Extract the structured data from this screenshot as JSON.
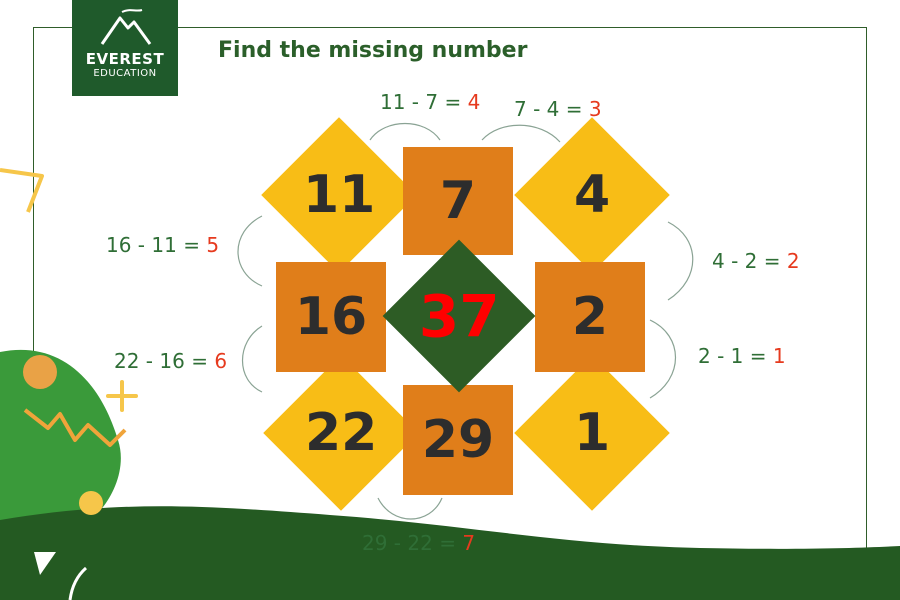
{
  "colors": {
    "dark_green": "#2d5c25",
    "orange": "#e07e1a",
    "yellow": "#f8bd16",
    "answer_red": "#e63a1e",
    "center_text": "#ff0000"
  },
  "logo": {
    "name": "EVEREST",
    "subtitle": "EDUCATION"
  },
  "title": "Find the missing number",
  "tiles": {
    "top_left": "11",
    "top": "7",
    "top_right": "4",
    "left": "16",
    "center": "37",
    "right": "2",
    "bottom_left": "22",
    "bottom": "29",
    "bottom_right": "1"
  },
  "equations": [
    {
      "expr": "11 - 7 = ",
      "answer": "4"
    },
    {
      "expr": "7 - 4 = ",
      "answer": "3"
    },
    {
      "expr": "16 - 11 = ",
      "answer": "5"
    },
    {
      "expr": "4 - 2 = ",
      "answer": "2"
    },
    {
      "expr": "22 - 16 = ",
      "answer": "6"
    },
    {
      "expr": "2 -  1 = ",
      "answer": "1"
    },
    {
      "expr": "29 - 22 = ",
      "answer": "7"
    }
  ]
}
